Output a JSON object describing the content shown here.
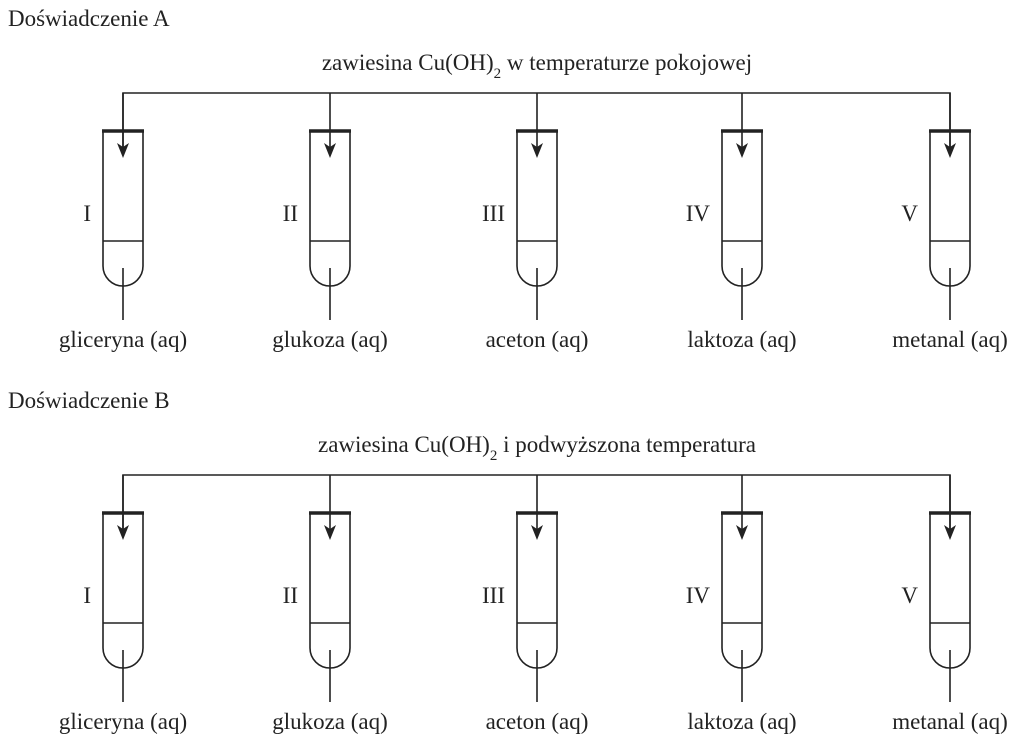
{
  "experiments": [
    {
      "title": "Doświadczenie A",
      "reagent_main": "zawiesina Cu(OH)",
      "reagent_sub": "2",
      "reagent_rest": " w temperaturze pokojowej",
      "tubes": [
        {
          "numeral": "I",
          "substance": "gliceryna (aq)"
        },
        {
          "numeral": "II",
          "substance": "glukoza (aq)"
        },
        {
          "numeral": "III",
          "substance": "aceton (aq)"
        },
        {
          "numeral": "IV",
          "substance": "laktoza (aq)"
        },
        {
          "numeral": "V",
          "substance": "metanal (aq)"
        }
      ]
    },
    {
      "title": "Doświadczenie B",
      "reagent_main": "zawiesina Cu(OH)",
      "reagent_sub": "2",
      "reagent_rest": " i podwyższona temperatura",
      "tubes": [
        {
          "numeral": "I",
          "substance": "gliceryna (aq)"
        },
        {
          "numeral": "II",
          "substance": "glukoza (aq)"
        },
        {
          "numeral": "III",
          "substance": "aceton (aq)"
        },
        {
          "numeral": "IV",
          "substance": "laktoza (aq)"
        },
        {
          "numeral": "V",
          "substance": "metanal (aq)"
        }
      ]
    }
  ]
}
